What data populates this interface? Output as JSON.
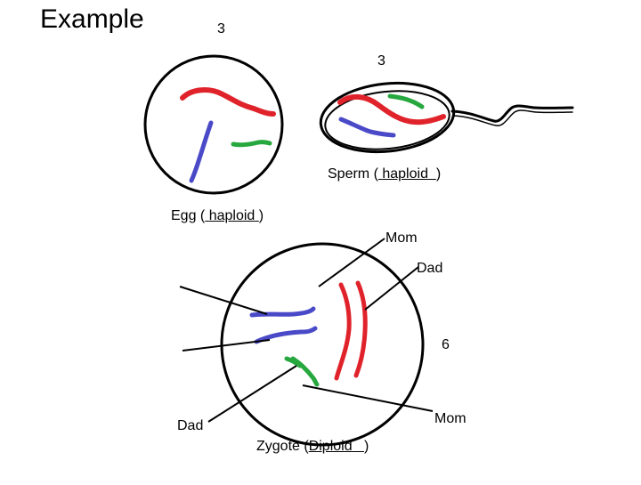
{
  "title": "Example",
  "egg": {
    "count": "3",
    "label_prefix": "Egg (",
    "answer": "haploid",
    "label_suffix": ")"
  },
  "sperm": {
    "count": "3",
    "label_prefix": "Sperm (",
    "answer": "haploid",
    "label_suffix": ")"
  },
  "zygote": {
    "count": "6",
    "label_prefix": "Zygote (",
    "answer": "Diploid",
    "label_suffix": ")",
    "labels": {
      "mom_top": "Mom",
      "dad_right": "Dad",
      "mom_bottom": "Mom",
      "dad_left": "Dad"
    }
  },
  "colors": {
    "red": "#e0232b",
    "blue": "#4a4ac8",
    "green": "#27a83e",
    "outline": "#000000"
  }
}
